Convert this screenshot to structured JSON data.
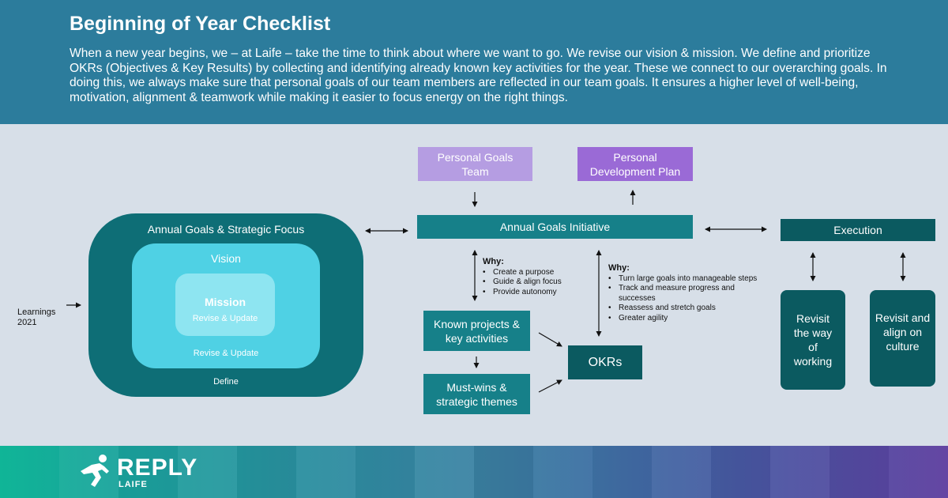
{
  "header": {
    "title": "Beginning of Year Checklist",
    "intro": "When a new year begins, we – at Laife – take the time to think about where we want to go.  We revise our vision & mission. We define and prioritize OKRs (Objectives & Key Results) by collecting and identifying already known key activities for the year.  These we connect to our overarching goals. In doing this, we always make sure that personal goals of our team members are reflected in our team goals. It ensures a higher level of well-being, motivation, alignment & teamwork while making it easier to focus energy on the right things."
  },
  "diagram": {
    "learnings": "Learnings 2021",
    "annual_goals_focus": "Annual Goals & Strategic Focus",
    "define": "Define",
    "vision": "Vision",
    "vision_revise": "Revise & Update",
    "mission": "Mission",
    "mission_revise": "Revise & Update",
    "personal_goals": "Personal Goals Team",
    "personal_dev": "Personal Development Plan",
    "initiative": "Annual Goals Initiative",
    "execution": "Execution",
    "known_projects": "Known projects & key activities",
    "must_wins": "Must-wins & strategic themes",
    "okrs": "OKRs",
    "revisit_working": "Revisit the way of working",
    "revisit_culture": "Revisit and align on culture",
    "why1": {
      "title": "Why:",
      "items": [
        "Create a purpose",
        "Guide & align focus",
        "Provide autonomy"
      ]
    },
    "why2": {
      "title": "Why:",
      "items": [
        "Turn large goals into manageable steps",
        "Track and measure progress and successes",
        "Reassess and stretch goals",
        "Greater agility"
      ]
    }
  },
  "footer": {
    "brand": "REPLY",
    "sub": "LAIFE"
  },
  "colors": {
    "header": "#2c7c9c",
    "canvas": "#d7dfe8",
    "teal_dark": "#0e6e76",
    "teal": "#168089",
    "teal_darker": "#0b5a60",
    "lavender": "#b59de2",
    "purple": "#9a6ad6",
    "vision": "#4fd1e4",
    "mission": "#8ee5f1"
  }
}
